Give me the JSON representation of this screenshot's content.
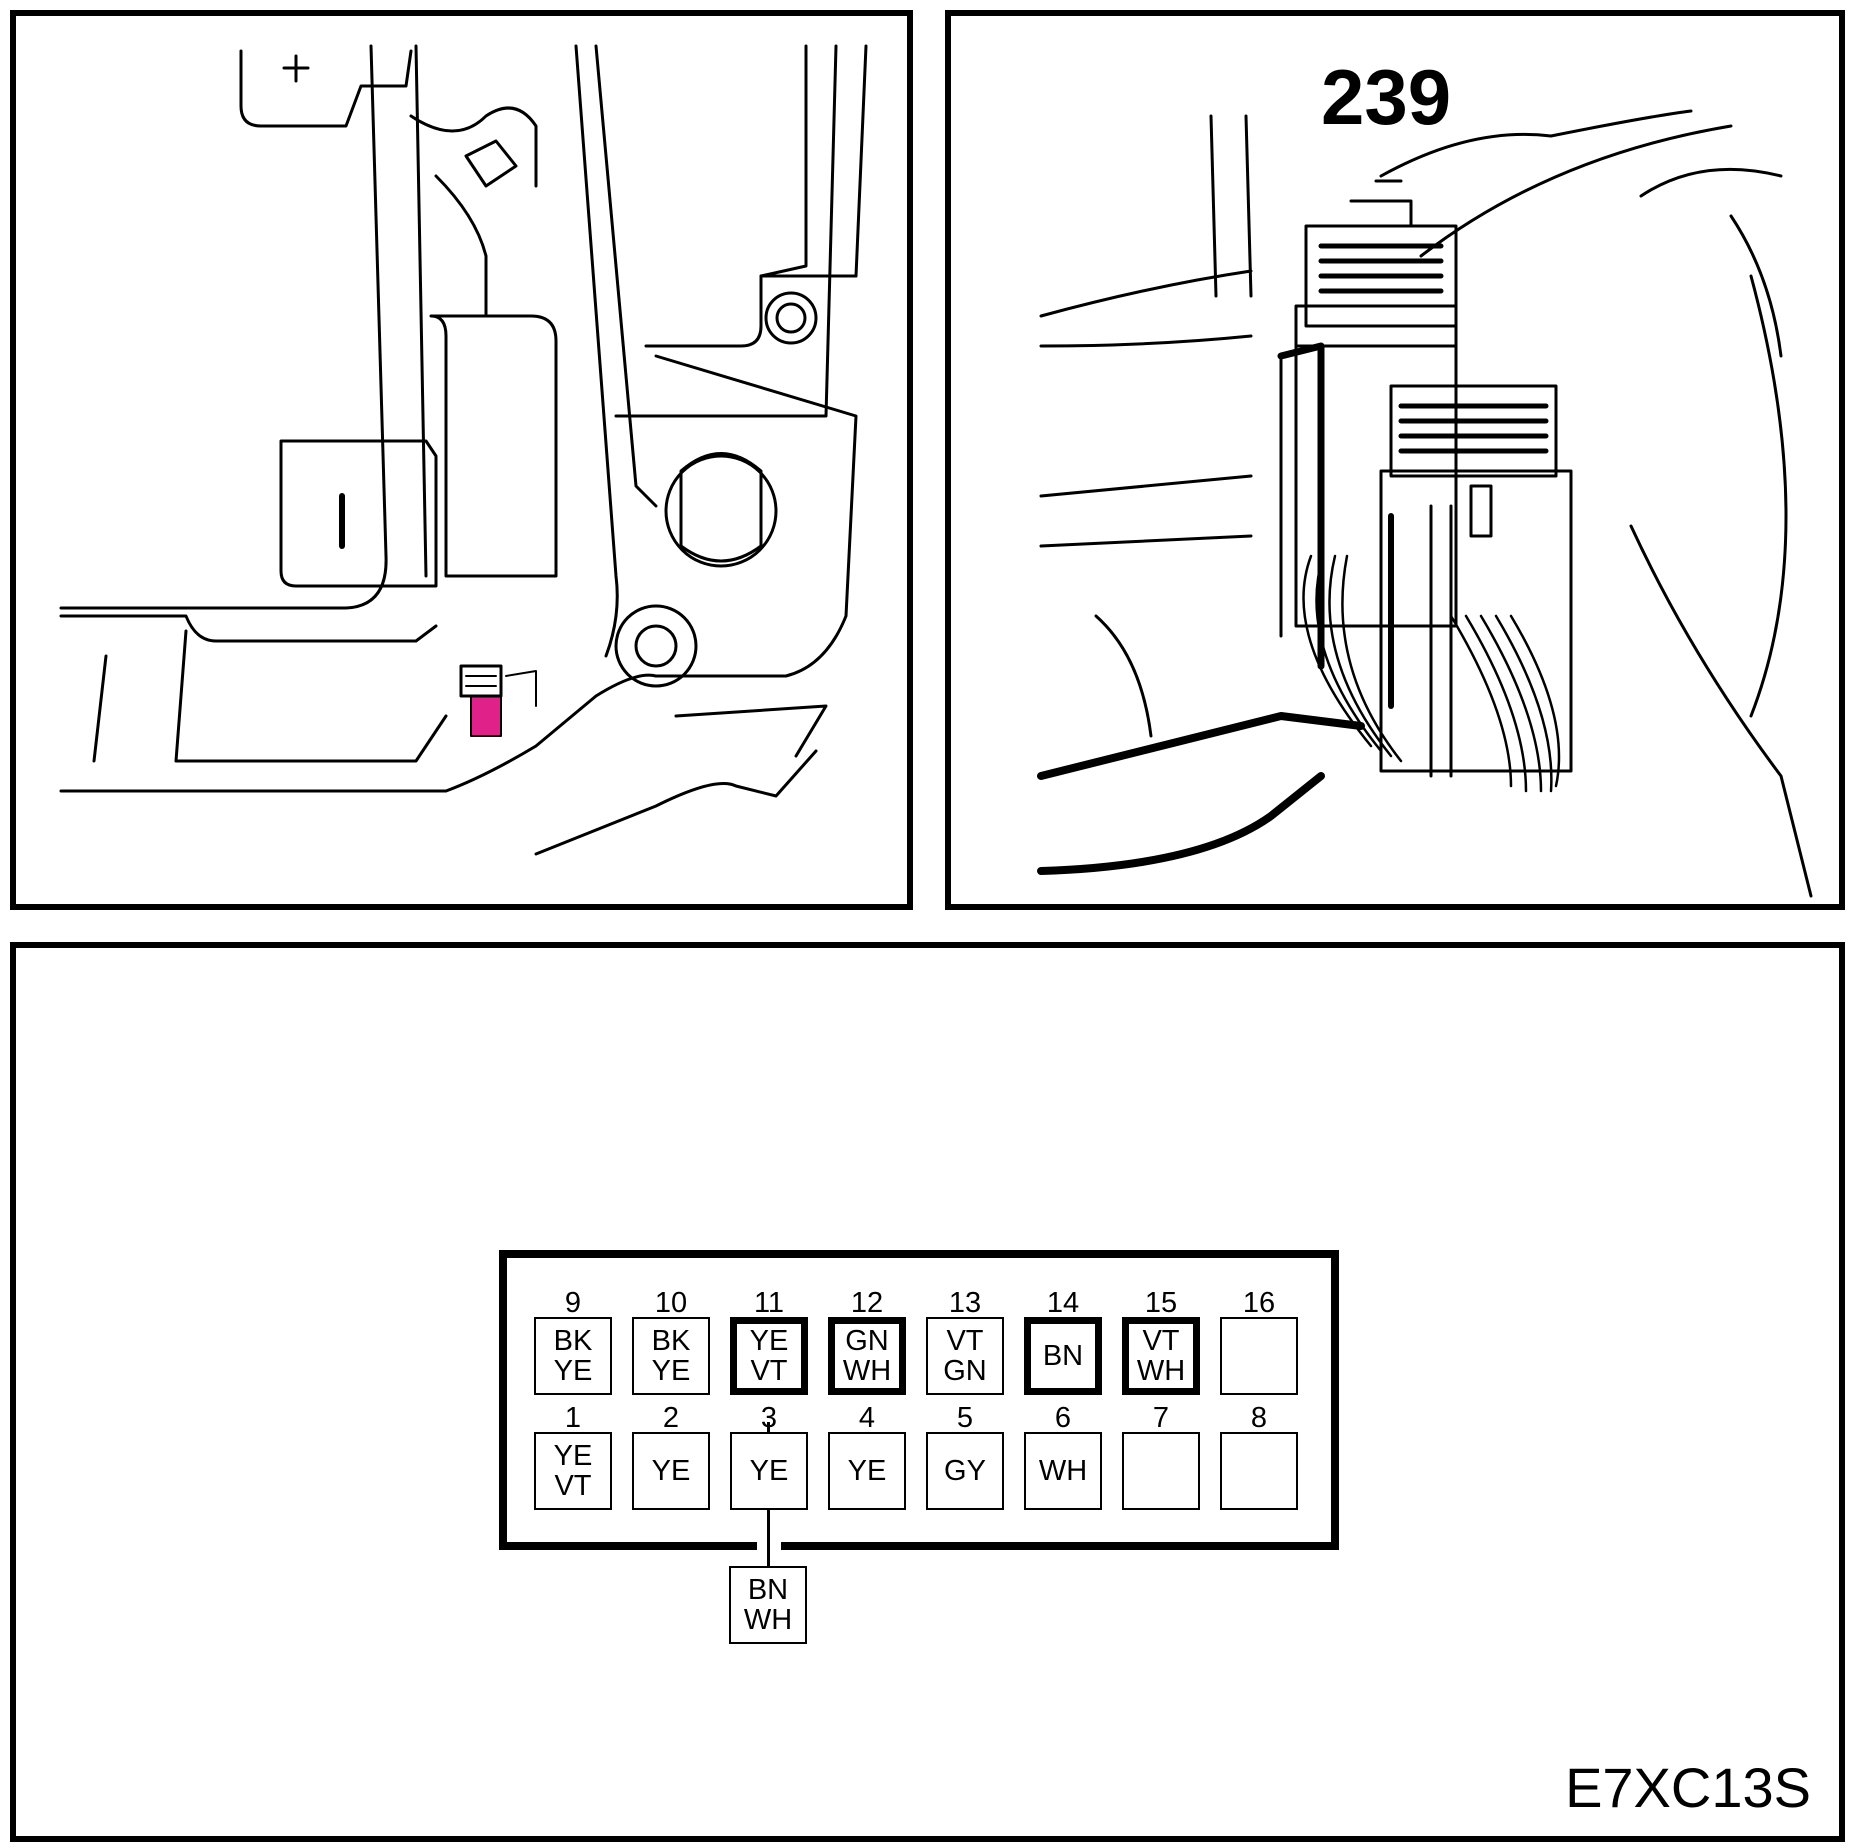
{
  "right_panel": {
    "connector_number": "239"
  },
  "bottom_panel": {
    "diagram_id": "E7XC13S",
    "pins_top": [
      {
        "num": "9",
        "lines": [
          "BK",
          "YE"
        ],
        "heavy": false
      },
      {
        "num": "10",
        "lines": [
          "BK",
          "YE"
        ],
        "heavy": false
      },
      {
        "num": "11",
        "lines": [
          "YE",
          "VT"
        ],
        "heavy": true
      },
      {
        "num": "12",
        "lines": [
          "GN",
          "WH"
        ],
        "heavy": true
      },
      {
        "num": "13",
        "lines": [
          "VT",
          "GN"
        ],
        "heavy": false
      },
      {
        "num": "14",
        "lines": [
          "BN"
        ],
        "heavy": true
      },
      {
        "num": "15",
        "lines": [
          "VT",
          "WH"
        ],
        "heavy": true
      },
      {
        "num": "16",
        "lines": [],
        "heavy": false
      }
    ],
    "pins_bottom": [
      {
        "num": "1",
        "lines": [
          "YE",
          "VT"
        ],
        "heavy": false
      },
      {
        "num": "2",
        "lines": [
          "YE"
        ],
        "heavy": false
      },
      {
        "num": "3",
        "lines": [
          "YE"
        ],
        "heavy": false
      },
      {
        "num": "4",
        "lines": [
          "YE"
        ],
        "heavy": false
      },
      {
        "num": "5",
        "lines": [
          "GY"
        ],
        "heavy": false
      },
      {
        "num": "6",
        "lines": [
          "WH"
        ],
        "heavy": false
      },
      {
        "num": "7",
        "lines": [],
        "heavy": false
      },
      {
        "num": "8",
        "lines": [],
        "heavy": false
      }
    ],
    "external_wire": {
      "from_pin": "3",
      "lines": [
        "BN",
        "WH"
      ]
    }
  },
  "colors": {
    "line": "#000000",
    "background": "#ffffff",
    "highlight_connector": "#e0218a"
  }
}
